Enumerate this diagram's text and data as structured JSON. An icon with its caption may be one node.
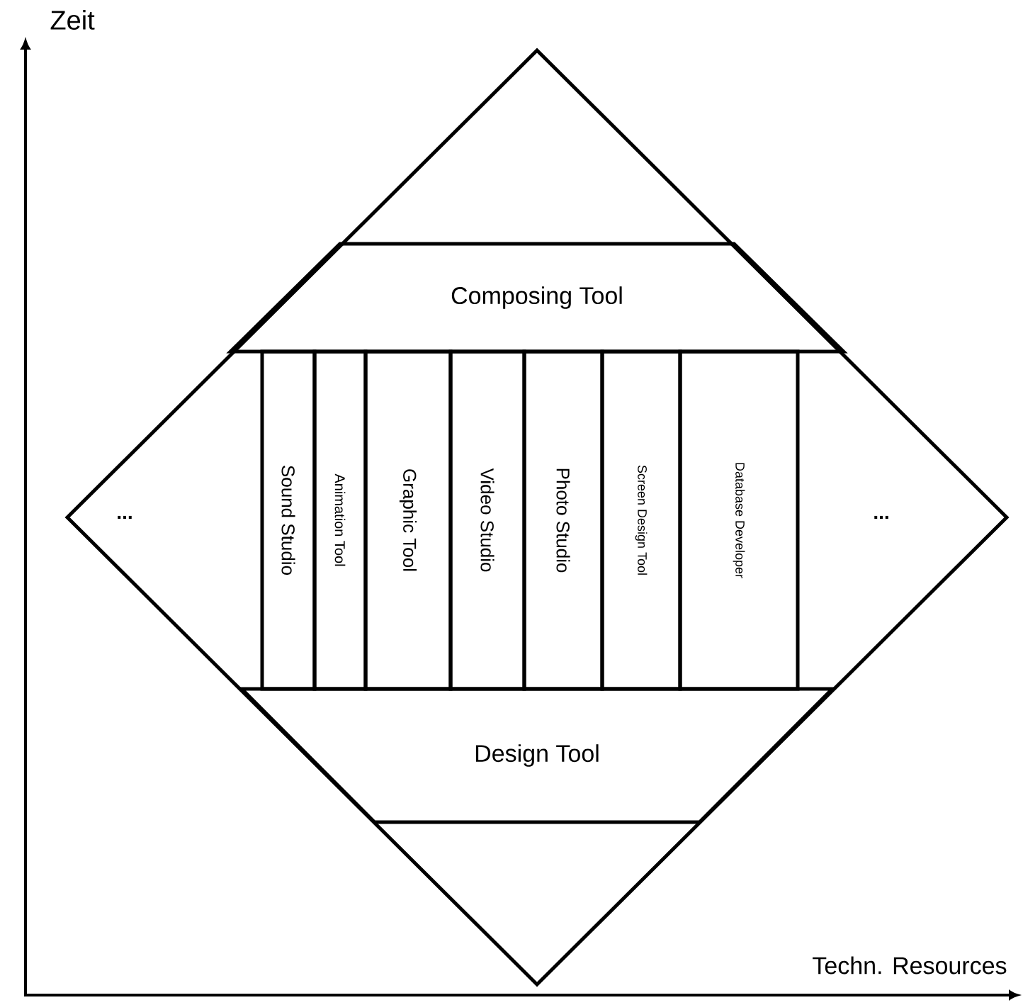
{
  "diagram": {
    "nodes": [
      {
        "text": [],
        "shape": "diamond"
      },
      {
        "text": [
          "Composing Tool"
        ],
        "in": 0
      },
      {
        "text": [
          "Sound Studio"
        ],
        "in": 0
      },
      {
        "text": [
          "Animation Tool"
        ],
        "in": 0
      },
      {
        "text": [
          "Graphic Tool"
        ],
        "in": 0
      },
      {
        "text": [
          "Video Studio"
        ],
        "in": 0
      },
      {
        "text": [
          "Photo Studio"
        ],
        "in": 0
      },
      {
        "text": [
          "Screen Design Tool"
        ],
        "in": 0
      },
      {
        "text": [
          "Database Developer"
        ],
        "in": 0
      },
      {
        "text": [
          "Design Tool"
        ],
        "in": 0
      }
    ],
    "edges": [],
    "labels": [
      "Zeit",
      "...",
      "...",
      "Techn. Resources"
    ]
  }
}
